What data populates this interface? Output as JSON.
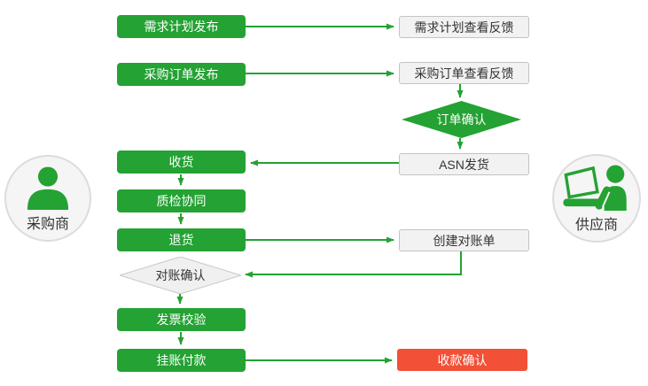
{
  "actors": {
    "buyer": {
      "label": "采购商"
    },
    "supplier": {
      "label": "供应商"
    }
  },
  "buyer_lane": {
    "demand_plan": "需求计划发布",
    "purchase_order": "采购订单发布",
    "receive_goods": "收货",
    "quality_collab": "质检协同",
    "return_goods": "退货",
    "invoice_check": "发票校验",
    "book_payment": "挂账付款"
  },
  "supplier_lane": {
    "demand_feedback": "需求计划查看反馈",
    "order_feedback": "采购订单查看反馈",
    "asn_ship": "ASN发货",
    "create_statement": "创建对账单",
    "receipt_confirm": "收款确认"
  },
  "decisions": {
    "order_confirm": "订单确认",
    "recon_confirm": "对账确认"
  },
  "colors": {
    "process_green": "#24A233",
    "confirm_red": "#F25037",
    "feedback_bg": "#F2F2F2",
    "feedback_border": "#C3C3C3",
    "decision_gray_bg": "#F0F0F0"
  }
}
